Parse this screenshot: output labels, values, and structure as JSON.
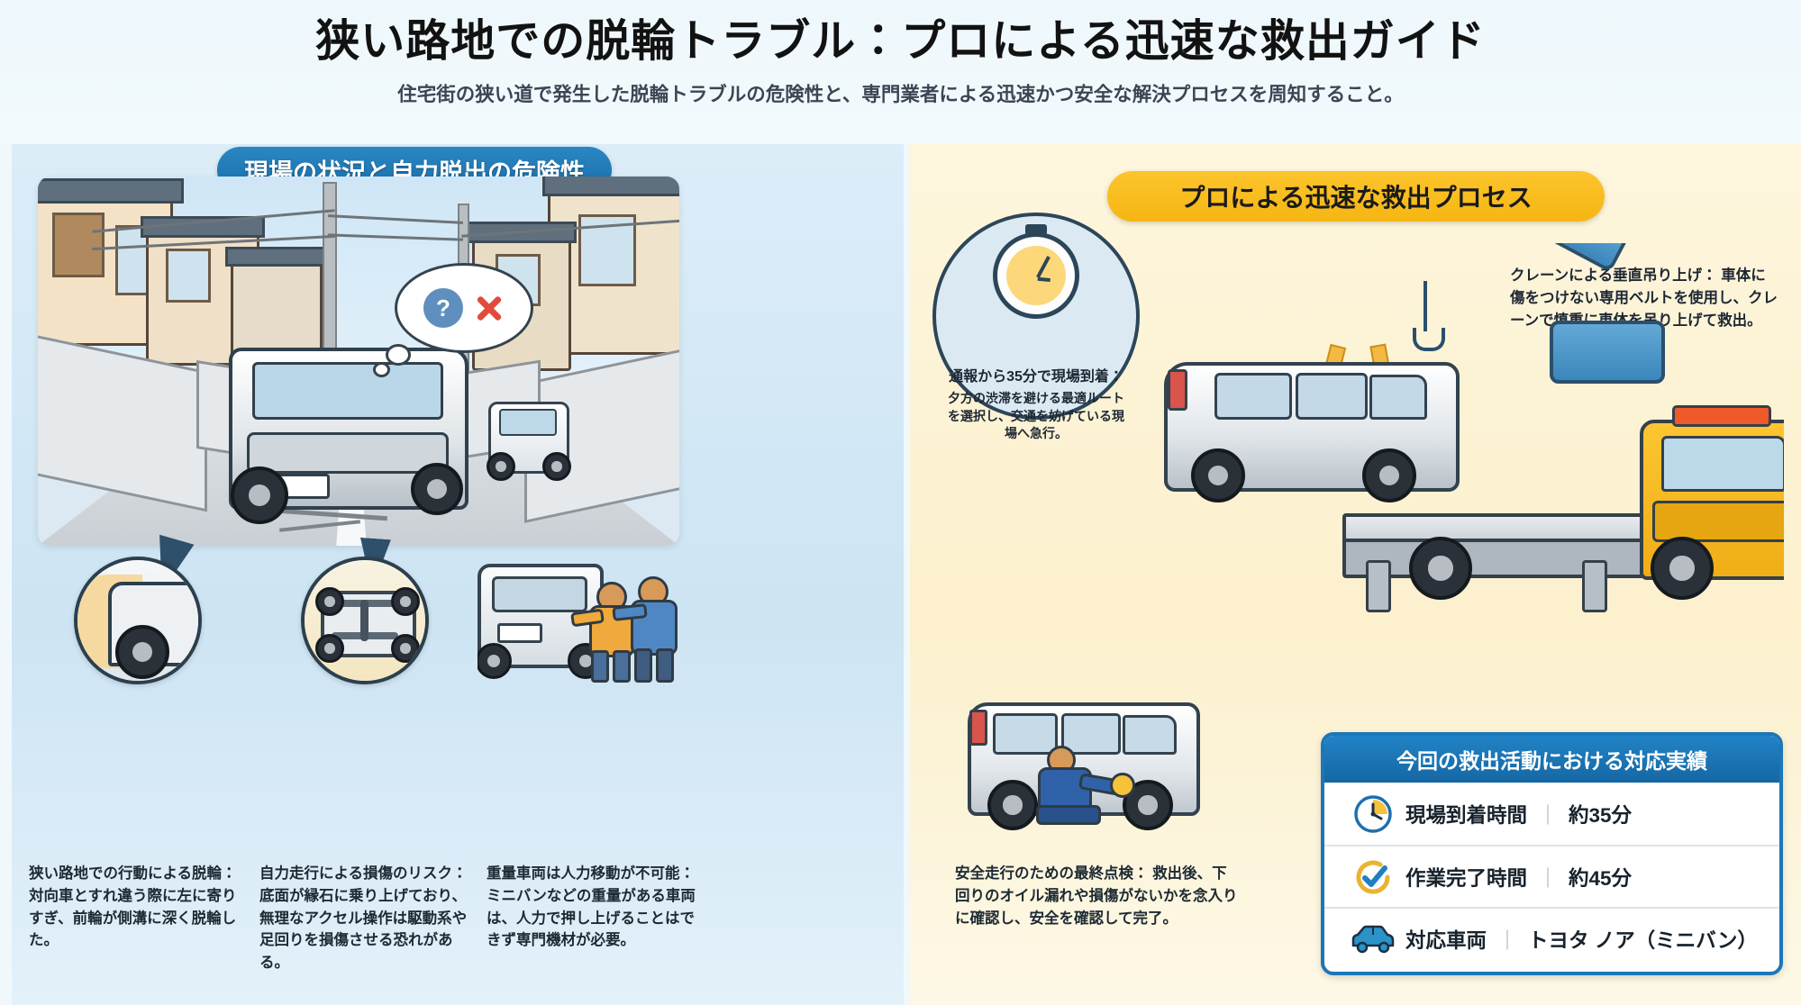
{
  "header": {
    "title": "狭い路地での脱輪トラブル：プロによる迅速な救出ガイド",
    "subtitle": "住宅街の狭い道で発生した脱輪トラブルの危険性と、専門業者による迅速かつ安全な解決プロセスを周知すること。"
  },
  "left_panel": {
    "badge": "現場の状況と自力脱出の危険性",
    "scene_alt": "狭い住宅街の路地で前輪を側溝に脱輪したミニバンのイラスト",
    "thought_icons": [
      "question-mark",
      "red-cross"
    ],
    "captions": [
      {
        "heading": "狭い路地での行動による脱輪：",
        "body": "対向車とすれ違う際に左に寄りすぎ、前輪が側溝に深く脱輪した。",
        "icon": "wheel-in-gutter-icon"
      },
      {
        "heading": "自力走行による損傷のリスク：",
        "body": "底面が縁石に乗り上げており、無理なアクセル操作は駆動系や足回りを損傷させる恐れがある。",
        "icon": "undercarriage-icon"
      },
      {
        "heading": "重量車両は人力移動が不可能：",
        "body": "ミニバンなどの重量がある車両は、人力で押し上げることはできず専門機材が必要。",
        "icon": "people-pushing-icon"
      }
    ]
  },
  "right_panel": {
    "badge": "プロによる迅速な救出プロセス",
    "stopwatch_callout": {
      "heading": "通報から35分で現場到着：",
      "body": "夕方の渋滞を避ける最適ルートを選択し、交通を妨げている現場へ急行。",
      "icon": "stopwatch-icon"
    },
    "crane_callout": {
      "heading": "クレーンによる垂直吊り上げ：",
      "body": "車体に傷をつけない専用ベルトを使用し、クレーンで慎重に車体を吊り上げて救出。"
    },
    "inspect_callout": {
      "heading": "安全走行のための最終点検：",
      "body": "救出後、下回りのオイル漏れや損傷がないかを念入りに確認し、安全を確認して完了。"
    },
    "results": {
      "title": "今回の救出活動における対応実績",
      "rows": [
        {
          "icon": "clock-icon",
          "label": "現場到着時間",
          "sep": "｜",
          "value": "約35分"
        },
        {
          "icon": "check-circle-icon",
          "label": "作業完了時間",
          "sep": "｜",
          "value": "約45分"
        },
        {
          "icon": "car-icon",
          "label": "対応車両",
          "sep": "｜",
          "value": "トヨタ ノア（ミニバン）"
        }
      ]
    }
  },
  "colors": {
    "page_bg": "#f0f8fc",
    "left_panel_bg": "#cde4f3",
    "right_panel_bg": "#fcf0cd",
    "badge_blue": "#1a6ea8",
    "badge_yellow": "#f5b612",
    "accent_blue": "#1c76b8",
    "text_dark": "#1d2733",
    "crane_blue": "#3b86bb",
    "truck_yellow": "#f0ad16",
    "strap_orange": "#f4b942"
  }
}
